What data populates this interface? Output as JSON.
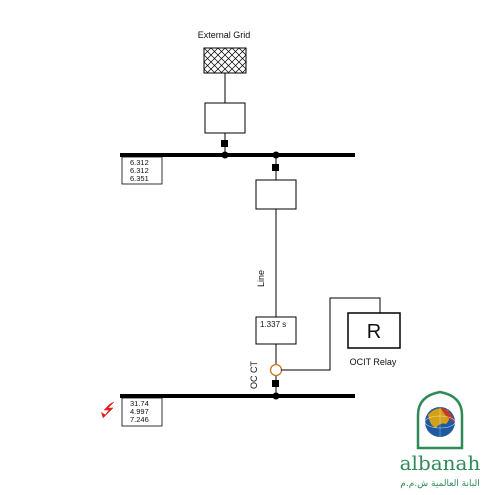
{
  "diagram": {
    "external_grid_label": "External Grid",
    "line_label": "Line",
    "ct_label": "OC CT",
    "relay_symbol": "R",
    "relay_label": "OCIT Relay",
    "relay_time": "1.337 s",
    "top_bus_values": [
      "6.312",
      "6.312",
      "6.351"
    ],
    "bottom_bus_values": [
      "31.74",
      "4.997",
      "7.246"
    ],
    "fault_icon": "fault-lightning-icon",
    "colors": {
      "line": "#000000",
      "ct": "#c87820",
      "fault": "#e0201a"
    }
  },
  "logo": {
    "latin": "albanah",
    "arabic": "البانة العالمية ش.م.م",
    "icon": "globe-icon",
    "colors": {
      "green": "#2e8b57",
      "gold": "#d4a017",
      "blue": "#1e5aa0"
    }
  }
}
